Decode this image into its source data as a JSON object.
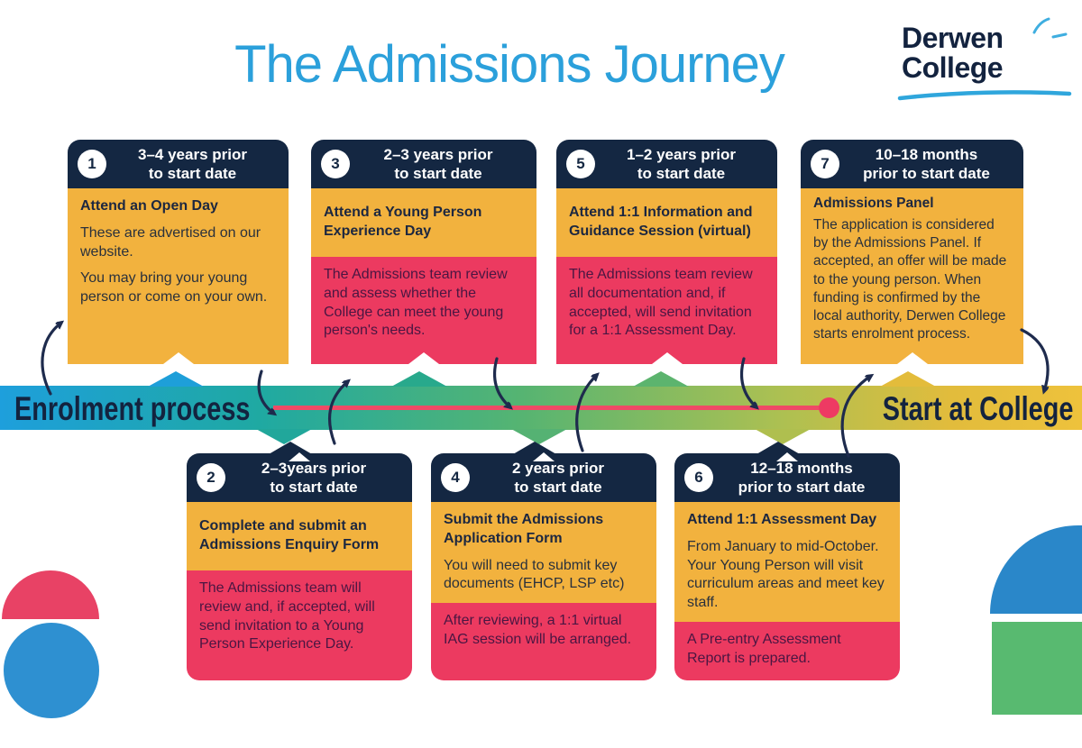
{
  "page": {
    "title": "The Admissions Journey"
  },
  "logo": {
    "line1": "Derwen",
    "line2": "College",
    "sparkle_icon": "sparkle-dashes",
    "underline_icon": "brush-underline"
  },
  "timeline": {
    "left_label": "Enrolment process",
    "right_label": "Start at College"
  },
  "cards": [
    {
      "number": "1",
      "date_line1": "3–4 years prior",
      "date_line2": "to start date",
      "title": "Attend an Open Day",
      "yellow": [
        "These are advertised on our website.",
        "You may bring your young person or come on your own."
      ],
      "pink": []
    },
    {
      "number": "2",
      "date_line1": "2–3years prior",
      "date_line2": "to start date",
      "title": "Complete and submit an Admissions Enquiry Form",
      "yellow": [],
      "pink": [
        "The Admissions team will review and, if accepted, will send invitation to a Young Person Experience Day."
      ]
    },
    {
      "number": "3",
      "date_line1": "2–3 years prior",
      "date_line2": "to start date",
      "title": "Attend a Young Person Experience Day",
      "yellow": [],
      "pink": [
        "The Admissions team review and assess whether the College can meet the young person's needs."
      ]
    },
    {
      "number": "4",
      "date_line1": "2 years prior",
      "date_line2": "to start date",
      "title": "Submit the Admissions Application Form",
      "yellow": [
        "You will need to submit key documents (EHCP, LSP etc)"
      ],
      "pink": [
        "After reviewing, a 1:1 virtual IAG session will be arranged."
      ]
    },
    {
      "number": "5",
      "date_line1": "1–2 years prior",
      "date_line2": "to start date",
      "title": "Attend 1:1 Information and Guidance Session (virtual)",
      "yellow": [],
      "pink": [
        "The Admissions team review all documentation and, if accepted, will send invitation for a 1:1 Assessment Day."
      ]
    },
    {
      "number": "6",
      "date_line1": "12–18 months",
      "date_line2": "prior to start date",
      "title": "Attend 1:1 Assessment Day",
      "yellow": [
        "From January to mid-October. Your Young Person will visit curriculum areas and meet key staff."
      ],
      "pink": [
        "A Pre-entry Assessment Report is prepared."
      ]
    },
    {
      "number": "7",
      "date_line1": "10–18 months",
      "date_line2": "prior to start date",
      "title": "Admissions Panel",
      "yellow": [
        "The application is considered by the Admissions Panel. If accepted, an offer will be made to the young person. When funding is confirmed by the local authority, Derwen College starts enrolment process."
      ],
      "pink": []
    }
  ],
  "colors": {
    "title_blue": "#2BA0DB",
    "navy": "#142742",
    "card_yellow": "#F2B23E",
    "card_pink": "#EC3A60",
    "pink_text": "#4A1642",
    "band_gradient_start": "#1E9FDC",
    "band_gradient_end": "#EEC23C",
    "timeline_line": "#EF4A66",
    "shape_pink": "#E84265",
    "shape_blue": "#2E90D1",
    "shape_green": "#58BA70"
  }
}
